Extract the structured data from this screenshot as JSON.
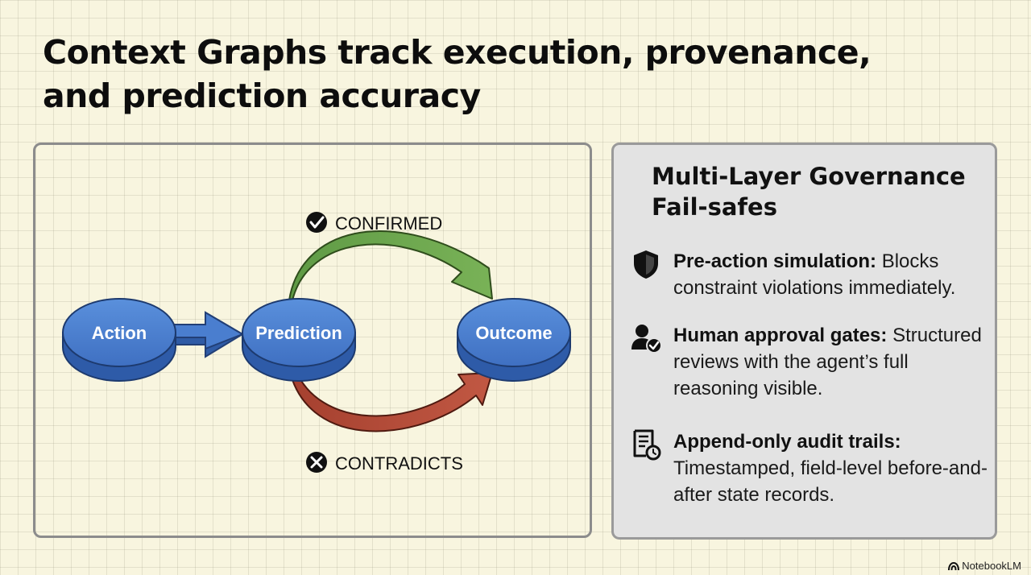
{
  "title": "Context Graphs track execution, provenance, and prediction accuracy",
  "diagram": {
    "nodes": {
      "action": "Action",
      "prediction": "Prediction",
      "outcome": "Outcome"
    },
    "confirmed_label": "CONFIRMED",
    "contradicts_label": "CONTRADICTS",
    "colors": {
      "node_fill": "#4a7ecf",
      "node_side": "#2e5ba8",
      "confirmed_arrow": "#6fa64f",
      "contradicts_arrow": "#b34d39"
    }
  },
  "governance": {
    "title": "Multi-Layer Governance Fail-safes",
    "items": [
      {
        "icon": "shield-icon",
        "heading": "Pre-action simulation:",
        "text": "Blocks constraint violations immediately."
      },
      {
        "icon": "user-check-icon",
        "heading": "Human approval gates:",
        "text": "Structured reviews with the agent’s full reasoning visible."
      },
      {
        "icon": "audit-document-clock-icon",
        "heading": "Append-only audit trails:",
        "text": "Timestamped, field-level before-and-after state records."
      }
    ]
  },
  "watermark": "NotebookLM"
}
